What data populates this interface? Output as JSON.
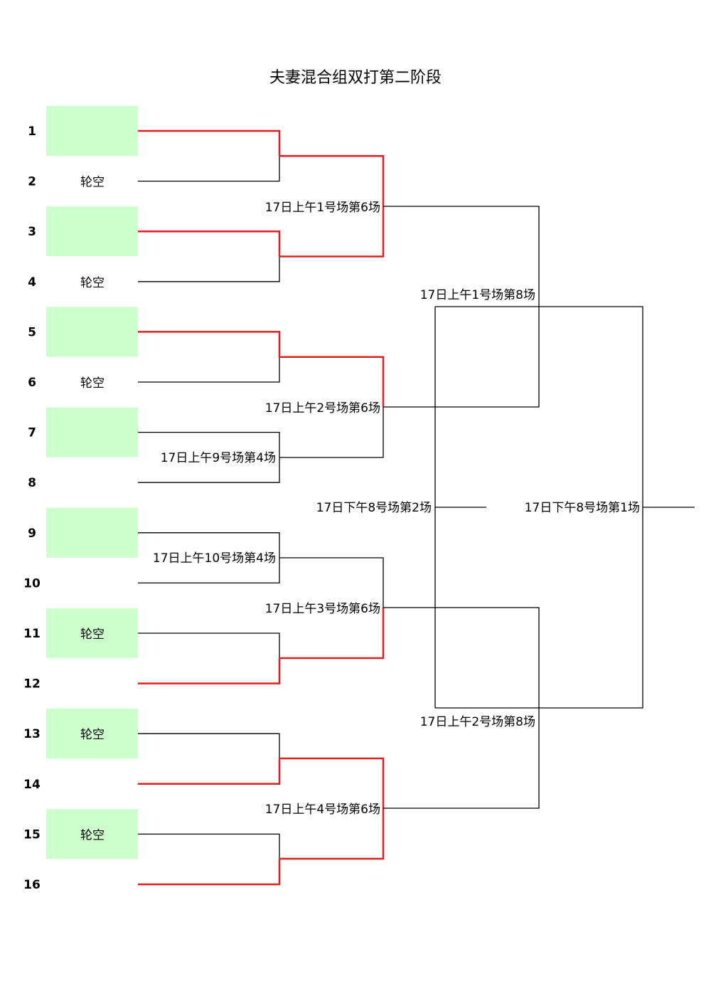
{
  "title": "夫妻混合组双打第二阶段",
  "colors": {
    "highlight_fill": "#ccffcc",
    "advance_line": "#e02020",
    "line": "#000000"
  },
  "seeds": [
    {
      "number": "1",
      "entry": "",
      "highlighted": true
    },
    {
      "number": "2",
      "entry": "轮空",
      "highlighted": false
    },
    {
      "number": "3",
      "entry": "",
      "highlighted": true
    },
    {
      "number": "4",
      "entry": "轮空",
      "highlighted": false
    },
    {
      "number": "5",
      "entry": "",
      "highlighted": true
    },
    {
      "number": "6",
      "entry": "轮空",
      "highlighted": false
    },
    {
      "number": "7",
      "entry": "",
      "highlighted": true
    },
    {
      "number": "8",
      "entry": "",
      "highlighted": false
    },
    {
      "number": "9",
      "entry": "",
      "highlighted": true
    },
    {
      "number": "10",
      "entry": "",
      "highlighted": false
    },
    {
      "number": "11",
      "entry": "轮空",
      "highlighted": true
    },
    {
      "number": "12",
      "entry": "",
      "highlighted": false
    },
    {
      "number": "13",
      "entry": "轮空",
      "highlighted": true
    },
    {
      "number": "14",
      "entry": "",
      "highlighted": false
    },
    {
      "number": "15",
      "entry": "轮空",
      "highlighted": true
    },
    {
      "number": "16",
      "entry": "",
      "highlighted": false
    }
  ],
  "matches": {
    "r1_7_8": "17日上午9号场第4场",
    "r1_9_10": "17日上午10号场第4场",
    "r2_a": "17日上午1号场第6场",
    "r2_b": "17日上午2号场第6场",
    "r2_c": "17日上午3号场第6场",
    "r2_d": "17日上午4号场第6场",
    "semi_top": "17日上午1号场第8场",
    "semi_bottom": "17日上午2号场第8场",
    "third_place": "17日下午8号场第2场",
    "final": "17日下午8号场第1场"
  }
}
